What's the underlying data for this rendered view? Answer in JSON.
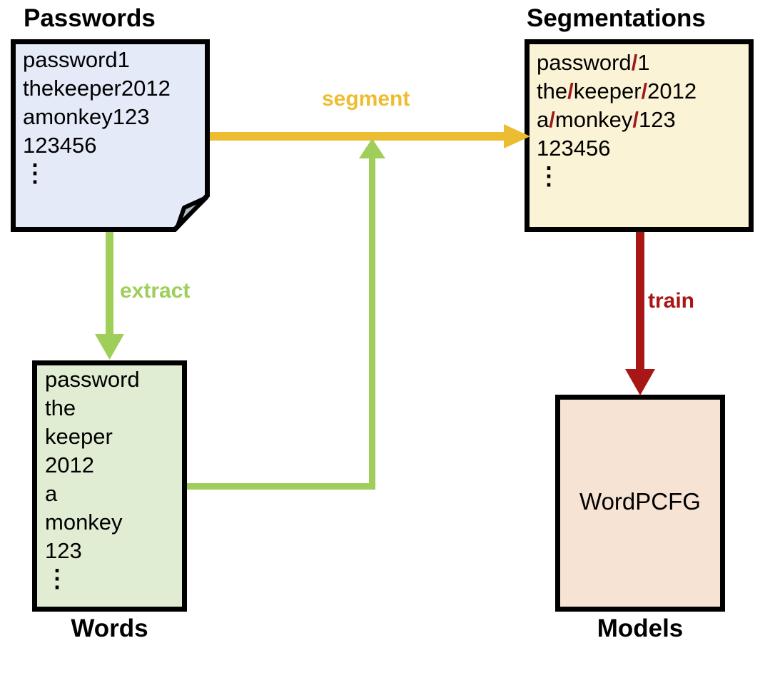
{
  "diagram": {
    "nodes": {
      "passwords": {
        "title": "Passwords",
        "lines": [
          "password1",
          "thekeeper2012",
          "amonkey123",
          "123456"
        ],
        "ellipsis": "⋮",
        "fill": "#E4EAF8",
        "fold_color": "#B2BAC6"
      },
      "segmentations": {
        "title": "Segmentations",
        "line1": {
          "p1": "password",
          "s1": "/",
          "p2": "1"
        },
        "line2": {
          "p1": "the",
          "s1": "/",
          "p2": "keeper",
          "s2": "/",
          "p3": "2012"
        },
        "line3": {
          "p1": "a",
          "s1": "/",
          "p2": "monkey",
          "s2": "/",
          "p3": "123"
        },
        "line4": "123456",
        "ellipsis": "⋮",
        "fill": "#FBF3D5",
        "slash_color": "#9E1A1A"
      },
      "words": {
        "label": "Words",
        "lines": [
          "password",
          "the",
          "keeper",
          "2012",
          "a",
          "monkey",
          "123"
        ],
        "ellipsis": "⋮",
        "fill": "#E1EDD3"
      },
      "models": {
        "label": "Models",
        "content": "WordPCFG",
        "fill": "#F6E3D3"
      }
    },
    "arrows": {
      "segment": {
        "label": "segment",
        "color": "#EDBD31",
        "from": "passwords",
        "to": "segmentations"
      },
      "extract": {
        "label": "extract",
        "color": "#9FCE5B",
        "from": "passwords",
        "to": "words"
      },
      "words_to_segment": {
        "color": "#9FCE5B",
        "from": "words",
        "to": "segment-arrow"
      },
      "train": {
        "label": "train",
        "color": "#A81616",
        "from": "segmentations",
        "to": "models"
      }
    }
  }
}
